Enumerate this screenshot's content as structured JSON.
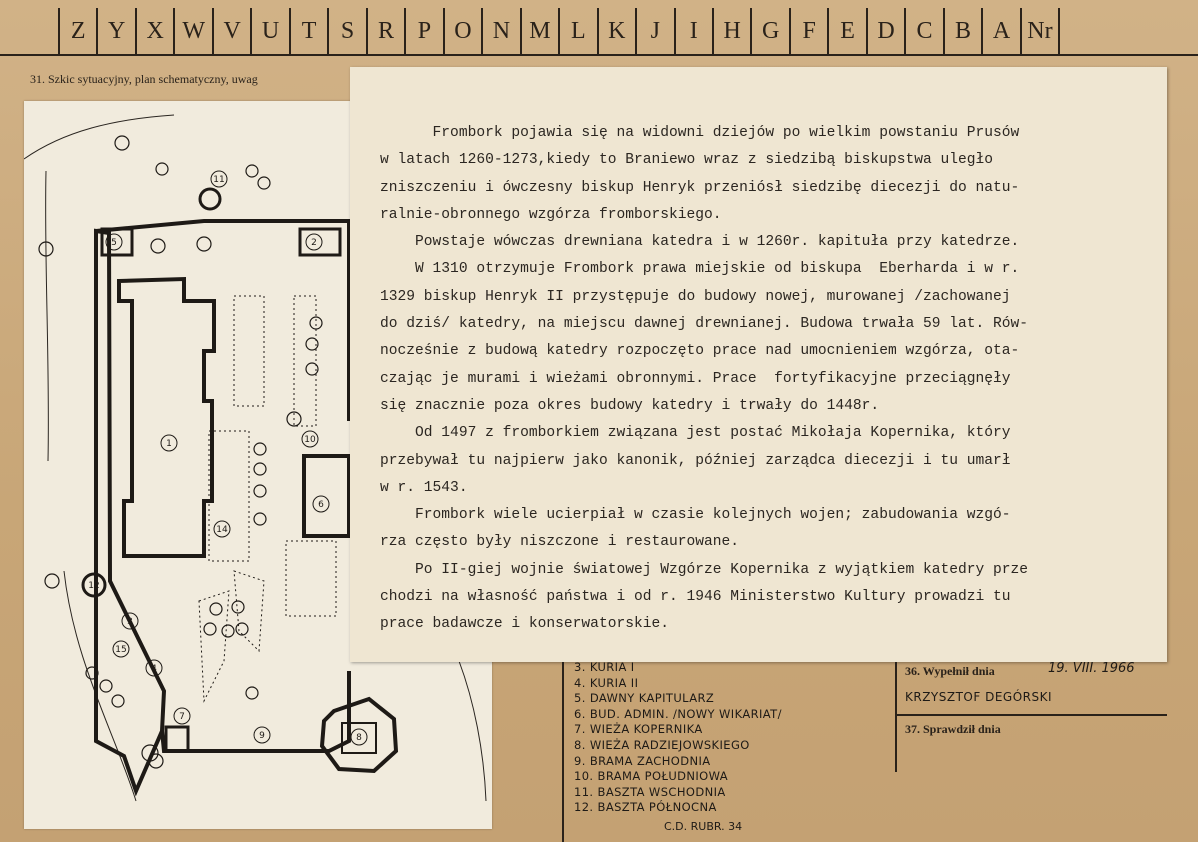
{
  "ruler": [
    "Z",
    "Y",
    "X",
    "W",
    "V",
    "U",
    "T",
    "S",
    "R",
    "P",
    "O",
    "N",
    "M",
    "L",
    "K",
    "J",
    "I",
    "H",
    "G",
    "F",
    "E",
    "D",
    "C",
    "B",
    "A",
    "Nr"
  ],
  "field31_label": "31. Szkic sytuacyjny, plan schematyczny, uwag",
  "note_lines": [
    "      Frombork pojawia się na widowni dziejów po wielkim powstaniu Prusów",
    "w latach 1260-1273,kiedy to Braniewo wraz z siedzibą biskupstwa uległo",
    "zniszczeniu i ówczesny biskup Henryk przeniósł siedzibę diecezji do natu-",
    "ralnie-obronnego wzgórza fromborskiego.",
    "    Powstaje wówczas drewniana katedra i w 1260r. kapituła przy katedrze.",
    "    W 1310 otrzymuje Frombork prawa miejskie od biskupa  Eberharda i w r.",
    "1329 biskup Henryk II przystępuje do budowy nowej, murowanej /zachowanej",
    "do dziś/ katedry, na miejscu dawnej drewnianej. Budowa trwała 59 lat. Rów-",
    "nocześnie z budową katedry rozpoczęto prace nad umocnieniem wzgórza, ota-",
    "czając je murami i wieżami obronnymi. Prace  fortyfikacyjne przeciągnęły",
    "się znacznie poza okres budowy katedry i trwały do 1448r.",
    "    Od 1497 z fromborkiem związana jest postać Mikołaja Kopernika, który",
    "przebywał tu najpierw jako kanonik, później zarządca diecezji i tu umarł",
    "w r. 1543.",
    "    Frombork wiele ucierpiał w czasie kolejnych wojen; zabudowania wzgó-",
    "rza często były niszczone i restaurowane.",
    "    Po II-giej wojnie światowej Wzgórze Kopernika z wyjątkiem katedry prze",
    "chodzi na własność państwa i od r. 1946 Ministerstwo Kultury prowadzi tu",
    "prace badawcze i konserwatorskie."
  ],
  "legend": [
    "3. KURIA I",
    "4. KURIA II",
    "5. DAWNY KAPITULARZ",
    "6. BUD. ADMIN. /NOWY WIKARIAT/",
    "7. WIEŻA KOPERNIKA",
    "8. WIEŻA RADZIEJOWSKIEGO",
    "9. BRAMA ZACHODNIA",
    "10. BRAMA POŁUDNIOWA",
    "11. BASZTA WSCHODNIA",
    "12. BASZTA PÓŁNOCNA"
  ],
  "legend_ref": "C.D. RUBR. 34",
  "plan_labels": [
    "1",
    "2",
    "3",
    "4",
    "5",
    "6",
    "7",
    "8",
    "9",
    "10",
    "11",
    "12",
    "14",
    "15"
  ],
  "field36_label": "36. Wypełnił dnia",
  "field36_date": "19. VIII. 1966",
  "filled_by": "KRZYSZTOF DEGÓRSKI",
  "field37_label": "37. Sprawdził dnia"
}
